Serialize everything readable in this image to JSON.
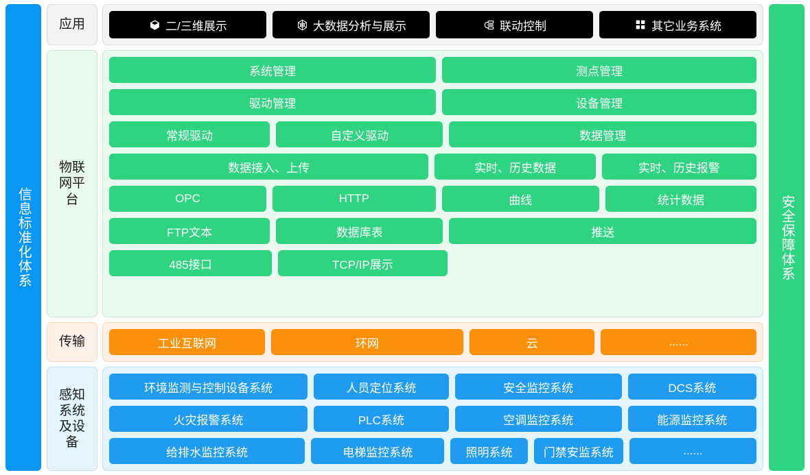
{
  "sidebars": {
    "left": {
      "label": "信息标准化体系",
      "color": "#0a96f5"
    },
    "right": {
      "label": "安全保障体系",
      "color": "#2ed47f"
    }
  },
  "layers": {
    "application": {
      "label": "应用",
      "accent": "#000000",
      "items": [
        {
          "label": "二/三维展示",
          "icon": "cube-icon"
        },
        {
          "label": "大数据分析与展示",
          "icon": "data-analysis-icon"
        },
        {
          "label": "联动控制",
          "icon": "linkage-icon"
        },
        {
          "label": "其它业务系统",
          "icon": "grid-icon"
        }
      ]
    },
    "platform": {
      "label": "物联网平台",
      "accent": "#2ed47f",
      "rows": [
        [
          {
            "label": "系统管理",
            "flex": 51
          },
          {
            "label": "测点管理",
            "flex": 49
          }
        ],
        [
          {
            "label": "驱动管理",
            "flex": 51
          },
          {
            "label": "设备管理",
            "flex": 49
          }
        ],
        [
          {
            "label": "常规驱动",
            "flex": 25
          },
          {
            "label": "自定义驱动",
            "flex": 26
          },
          {
            "label": "数据管理",
            "flex": 49
          }
        ],
        [
          {
            "label": "数据接入、上传",
            "flex": 51
          },
          {
            "label": "实时、历史数据",
            "flex": 25
          },
          {
            "label": "实时、历史报警",
            "flex": 24
          }
        ],
        [
          {
            "label": "OPC",
            "flex": 25
          },
          {
            "label": "HTTP",
            "flex": 26
          },
          {
            "label": "曲线",
            "flex": 25
          },
          {
            "label": "统计数据",
            "flex": 24
          }
        ],
        [
          {
            "label": "FTP文本",
            "flex": 25
          },
          {
            "label": "数据库表",
            "flex": 26
          },
          {
            "label": "推送",
            "flex": 49
          }
        ],
        [
          {
            "label": "485接口",
            "flex": 25
          },
          {
            "label": "TCP/IP展示",
            "flex": 26
          },
          {
            "label": "",
            "flex": 49,
            "empty": true
          }
        ]
      ]
    },
    "transport": {
      "label": "传输",
      "accent": "#fb910a",
      "items": [
        {
          "label": "工业互联网",
          "flex": 24
        },
        {
          "label": "环网",
          "flex": 30
        },
        {
          "label": "云",
          "flex": 19
        },
        {
          "label": "......",
          "flex": 24
        }
      ]
    },
    "perception": {
      "label": "感知系统及设备",
      "accent": "#1f9cf0",
      "rows": [
        [
          {
            "label": "环境监测与控制设备系统",
            "flex": 30
          },
          {
            "label": "人员定位系统",
            "flex": 20
          },
          {
            "label": "安全监控系统",
            "flex": 25
          },
          {
            "label": "DCS系统",
            "flex": 19
          }
        ],
        [
          {
            "label": "火灾报警系统",
            "flex": 30
          },
          {
            "label": "PLC系统",
            "flex": 20
          },
          {
            "label": "空调监控系统",
            "flex": 25
          },
          {
            "label": "能源监控系统",
            "flex": 19
          }
        ],
        [
          {
            "label": "给排水监控系统",
            "flex": 30
          },
          {
            "label": "电梯监控系统",
            "flex": 20
          },
          {
            "label": "照明系统",
            "flex": 11
          },
          {
            "label": "门禁安监系统",
            "flex": 13
          },
          {
            "label": "......",
            "flex": 19
          }
        ]
      ]
    }
  }
}
